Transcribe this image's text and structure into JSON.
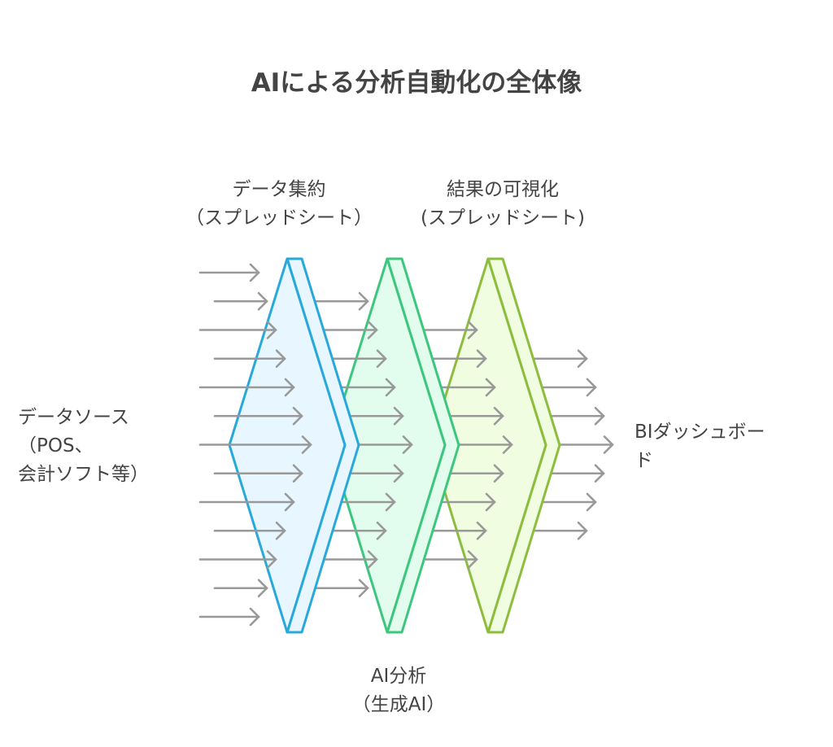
{
  "title": "AIによる分析自動化の全体像",
  "stages": [
    {
      "name": "データ集約",
      "sub": "（スプレッドシート）",
      "stroke": "#29a9d9",
      "fill": "#e8f7ff"
    },
    {
      "name": "AI分析",
      "sub": "（生成AI）",
      "stroke": "#3cc67e",
      "fill": "#e2fcee"
    },
    {
      "name": "結果の可視化",
      "sub": "(スプレッドシート)",
      "stroke": "#8dbd3c",
      "fill": "#f1fde0"
    }
  ],
  "source": {
    "lines": [
      "データソース",
      "（POS、",
      "会計ソフト等）"
    ]
  },
  "output": {
    "lines": [
      "BIダッシュボー",
      "ド"
    ]
  },
  "arrow_color": "#999999"
}
